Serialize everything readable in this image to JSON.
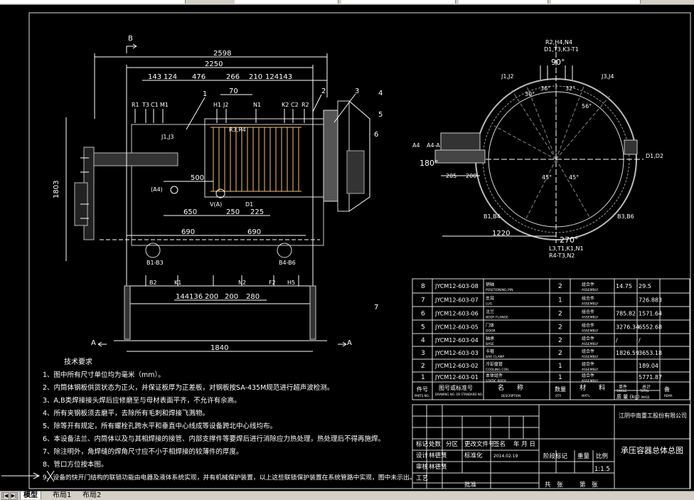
{
  "drawing": {
    "section_b": "B",
    "section_a": "A",
    "dims": {
      "overall_2598": "2598",
      "overall_2250": "2250",
      "d143a": "143",
      "d124a": "124",
      "d476": "476",
      "d266": "266",
      "d210": "210",
      "d124b": "124",
      "d143b": "143",
      "d70": "70",
      "d500": "500",
      "d650": "650",
      "d250": "250",
      "d225": "225",
      "d690a": "690",
      "d690b": "690",
      "d144": "144",
      "d136": "136",
      "d200a": "200",
      "d200b": "200",
      "d280": "280",
      "d1840": "1840",
      "d1803": "1803"
    },
    "parts": [
      "1",
      "2",
      "3",
      "4",
      "5",
      "6",
      "7"
    ],
    "nozzles_top": [
      "R1",
      "T3",
      "C1",
      "M1",
      "H1",
      "J2",
      "N1",
      "K2",
      "C2",
      "R2"
    ],
    "nozzles_bottom": [
      "B2",
      "K1",
      "N2",
      "F2",
      "H5"
    ],
    "labels": {
      "a4": "(A4)",
      "v": "V(A)",
      "d1": "D1",
      "b1b3": "B1-B3",
      "b4b6": "B4-B6",
      "j1": "J1,J3",
      "r3": "R3,R4"
    }
  },
  "circle_view": {
    "top_labels": "R2,H4,N4",
    "top_labels2": "D1,T3,K3-T1",
    "angle_top": "90°",
    "angle_left": "180°",
    "angle_bottom": "270°",
    "a30": "30°",
    "a36": "36°",
    "a32": "32°",
    "a56": "56°",
    "a45a": "45°",
    "a45b": "45°",
    "dim_1220": "1220",
    "dim_205": "205",
    "dim_200": "200",
    "left_tag": "A4",
    "left_tag2": "A4-A",
    "j1j2": "J1,J2",
    "j3j4": "J3,J4",
    "d1d2": "D1,D2",
    "b1b4": "B1,B4",
    "b3b6": "B3,B6",
    "bottom_tags": "L3,T1,K1,N1",
    "bottom_tags2": "R4-T3,N2"
  },
  "notes": {
    "title": "技术要求",
    "items": [
      "1、图中所有尺寸单位均为毫米（mm）。",
      "2、内筒体钢板供货状态为正火，并保证板厚为正差板，对钢板按SA-435M规范进行超声波检测。",
      "3、A,B类焊接接头焊后应修磨至与母材表面平齐，不允许有余高。",
      "4、所有夹钢板须去磨平，去除所有毛刺和焊接飞溅物。",
      "5、除等开有规定，所有螺栓孔跨水平和垂直中心线成等设备跨北中心线均布。",
      "6、本设备法兰、内筒体以及与其相焊接的接管、内部支撑件等要焊后进行消除应力热处理，热处理后不得再施焊。",
      "7、除注明外，角焊缝的焊角尺寸应不小于相焊接的较薄件的厚度。",
      "8、管口方位按本图。",
      "9、设备的快开门结构的联锁功能由电器及液体系统实现，并有机械保护装置，以上这些联锁保护装置在系统管路中实现，图中未示出。"
    ]
  },
  "bom": {
    "rows": [
      {
        "no": "8",
        "code": "JYCM12-603-08",
        "name": "销轴",
        "name_en": "POSITIONING PIN",
        "qty": "2",
        "mat": "组合件",
        "mat_en": "ASSEMBLY",
        "single": "14.75",
        "total": "29.5"
      },
      {
        "no": "7",
        "code": "JYCM12-603-07",
        "name": "支耳",
        "name_en": "LUG",
        "qty": "1",
        "mat": "组合件",
        "mat_en": "ASSEMBLY",
        "single": "",
        "total": "726.883"
      },
      {
        "no": "6",
        "code": "JYCM12-603-06",
        "name": "法兰",
        "name_en": "BODY FLANGE",
        "qty": "2",
        "mat": "组合件",
        "mat_en": "ASSEMBLY",
        "single": "785.82",
        "total": "1571.64"
      },
      {
        "no": "5",
        "code": "JYCM12-603-05",
        "name": "门体",
        "name_en": "DOOR",
        "qty": "2",
        "mat": "组合件",
        "mat_en": "ASSEMBLY",
        "single": "3276.34",
        "total": "6552.68"
      },
      {
        "no": "4",
        "code": "JYCM12-603-04",
        "name": "轴承",
        "name_en": "BASE",
        "qty": "2",
        "mat": "组合件",
        "mat_en": "ASSEMBLY",
        "single": "/",
        "total": "/"
      },
      {
        "no": "3",
        "code": "JYCM12-603-03",
        "name": "卡箍",
        "name_en": "BAR CLAMP",
        "qty": "2",
        "mat": "组合件",
        "mat_en": "ASSEMBLY",
        "single": "1826.59",
        "total": "3653.18"
      },
      {
        "no": "2",
        "code": "JYCM12-603-02",
        "name": "冷却盘管",
        "name_en": "COOLING COIL",
        "qty": "1",
        "mat": "组合件",
        "mat_en": "ASSEMBLY",
        "single": "",
        "total": "189.04"
      },
      {
        "no": "1",
        "code": "JYCM12-603-01",
        "name": "本体组件",
        "name_en": "STATIC BODY",
        "qty": "1",
        "mat": "组合件",
        "mat_en": "ASSEMBLY",
        "single": "",
        "total": "5771.87"
      }
    ],
    "header": {
      "no": "件号",
      "no_en": "PARTS NO.",
      "code": "图号或标准号",
      "code_en": "DRAWING NO. OR STANDARD NO.",
      "name": "名　　称",
      "name_en": "DESCRIPTION",
      "qty": "数量",
      "qty_en": "QTY.",
      "mat": "材　　料",
      "mat_en": "MAT'L",
      "mass": "质 量 (kg)",
      "mass_en": "MASS",
      "single": "单件",
      "single_en": "SINGLE",
      "total": "总计",
      "total_en": "TOTAL",
      "rem": "备",
      "rem_en": "REMA"
    }
  },
  "title_block": {
    "company": "江阴中南重工股份有限公司",
    "title": "承压容器总体总图",
    "scale": "1:1.5",
    "row_labels": [
      "标记",
      "处数",
      "分区",
      "更改文件号",
      "签名",
      "年 月 日"
    ],
    "design": "设计",
    "design_name": "林德贤",
    "standard": "标准化",
    "date": "2014.02.19",
    "check": "审核",
    "craft": "工艺",
    "approve": "批准",
    "check_name": "林德贤",
    "stage": "阶段标记",
    "weight": "重量",
    "ratio": "比例",
    "sheet": "共　张",
    "sheet2": "第　张"
  },
  "tabs": {
    "model": "模型",
    "layout1": "布局1",
    "layout2": "布局2"
  }
}
